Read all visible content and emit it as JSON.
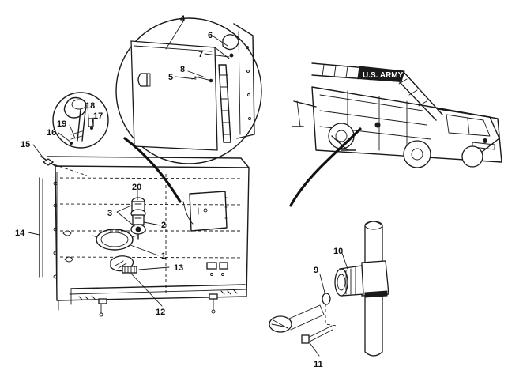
{
  "truck": {
    "banner_text": "U.S. ARMY"
  },
  "callouts": [
    {
      "id": "c1",
      "label": "1"
    },
    {
      "id": "c2",
      "label": "2"
    },
    {
      "id": "c3",
      "label": "3"
    },
    {
      "id": "c4",
      "label": "4"
    },
    {
      "id": "c5",
      "label": "5"
    },
    {
      "id": "c6",
      "label": "6"
    },
    {
      "id": "c7",
      "label": "7"
    },
    {
      "id": "c8",
      "label": "8"
    },
    {
      "id": "c9",
      "label": "9"
    },
    {
      "id": "c10",
      "label": "10"
    },
    {
      "id": "c11",
      "label": "11"
    },
    {
      "id": "c12",
      "label": "12"
    },
    {
      "id": "c13",
      "label": "13"
    },
    {
      "id": "c14",
      "label": "14"
    },
    {
      "id": "c15",
      "label": "15"
    },
    {
      "id": "c16",
      "label": "16"
    },
    {
      "id": "c17",
      "label": "17"
    },
    {
      "id": "c18",
      "label": "18"
    },
    {
      "id": "c19",
      "label": "19"
    },
    {
      "id": "c20",
      "label": "20"
    }
  ]
}
